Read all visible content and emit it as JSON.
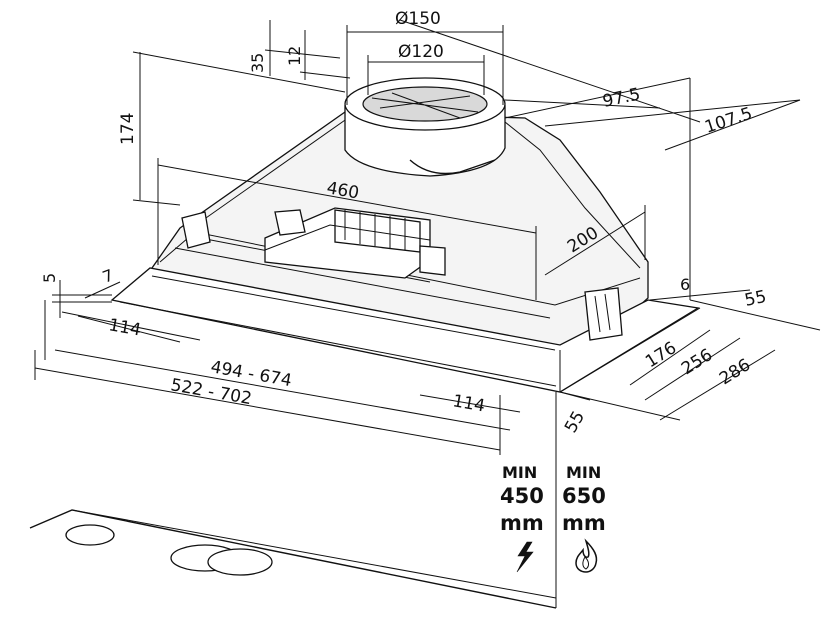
{
  "dimensions": {
    "d150": "Ø150",
    "d120": "Ø120",
    "h35": "35",
    "h12": "12",
    "h174": "174",
    "w460": "460",
    "w200": "200",
    "d97_5": "97.5",
    "d107_5": "107.5",
    "h5": "5",
    "w7": "7",
    "w114_left": "114",
    "w114_right": "114",
    "w494_674": "494  -  674",
    "w522_702": "522  -  702",
    "w6": "6",
    "w55_top": "55",
    "w55_bottom": "55",
    "d176": "176",
    "d256": "256",
    "d286": "286"
  },
  "clearances": {
    "electric": {
      "label": "MIN",
      "value": "450",
      "unit": "mm",
      "icon": "lightning-icon"
    },
    "gas": {
      "label": "MIN",
      "value": "650",
      "unit": "mm",
      "icon": "flame-icon"
    }
  }
}
